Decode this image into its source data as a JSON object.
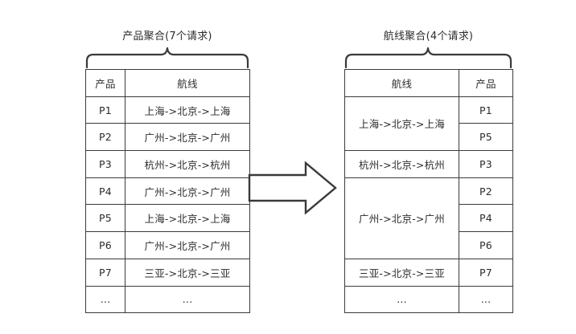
{
  "diagram": {
    "left": {
      "title": "产品聚合(7个请求)",
      "columns": [
        "产品",
        "航线"
      ],
      "rows": [
        {
          "product": "P1",
          "route": "上海->北京->上海"
        },
        {
          "product": "P2",
          "route": "广州->北京->广州"
        },
        {
          "product": "P3",
          "route": "杭州->北京->杭州"
        },
        {
          "product": "P4",
          "route": "广州->北京->广州"
        },
        {
          "product": "P5",
          "route": "上海->北京->上海"
        },
        {
          "product": "P6",
          "route": "广州->北京->广州"
        },
        {
          "product": "P7",
          "route": "三亚->北京->三亚"
        },
        {
          "product": "...",
          "route": "..."
        }
      ]
    },
    "right": {
      "title": "航线聚合(4个请求)",
      "columns": [
        "航线",
        "产品"
      ],
      "groups": [
        {
          "route": "上海->北京->上海",
          "products": [
            "P1",
            "P5"
          ]
        },
        {
          "route": "杭州->北京->杭州",
          "products": [
            "P3"
          ]
        },
        {
          "route": "广州->北京->广州",
          "products": [
            "P2",
            "P4",
            "P6"
          ]
        },
        {
          "route": "三亚->北京->三亚",
          "products": [
            "P7"
          ]
        },
        {
          "route": "...",
          "products": [
            "..."
          ]
        }
      ]
    },
    "arrow": {
      "label": "",
      "direction": "right"
    },
    "colors": {
      "background": "#ffffff",
      "stroke": "#3a3a3a",
      "text": "#2b2b2b"
    }
  }
}
